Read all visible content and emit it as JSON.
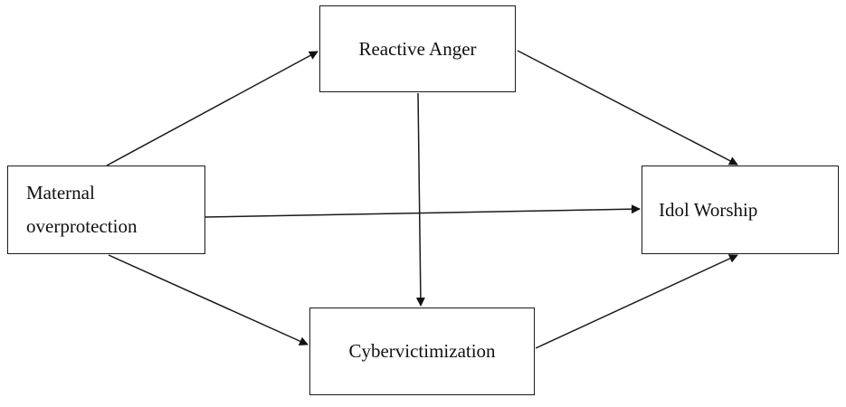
{
  "diagram": {
    "nodes": {
      "reactive_anger": {
        "label": "Reactive Anger"
      },
      "maternal_overprotection": {
        "label_line1": "Maternal",
        "label_line2": "overprotection"
      },
      "idol_worship": {
        "label": "Idol Worship"
      },
      "cybervictimization": {
        "label": "Cybervictimization"
      }
    },
    "edges": [
      {
        "from": "maternal_overprotection",
        "to": "reactive_anger"
      },
      {
        "from": "maternal_overprotection",
        "to": "idol_worship"
      },
      {
        "from": "maternal_overprotection",
        "to": "cybervictimization"
      },
      {
        "from": "reactive_anger",
        "to": "idol_worship"
      },
      {
        "from": "reactive_anger",
        "to": "cybervictimization"
      },
      {
        "from": "cybervictimization",
        "to": "idol_worship"
      }
    ],
    "colors": {
      "stroke": "#1a1a1a",
      "background": "#ffffff"
    }
  }
}
